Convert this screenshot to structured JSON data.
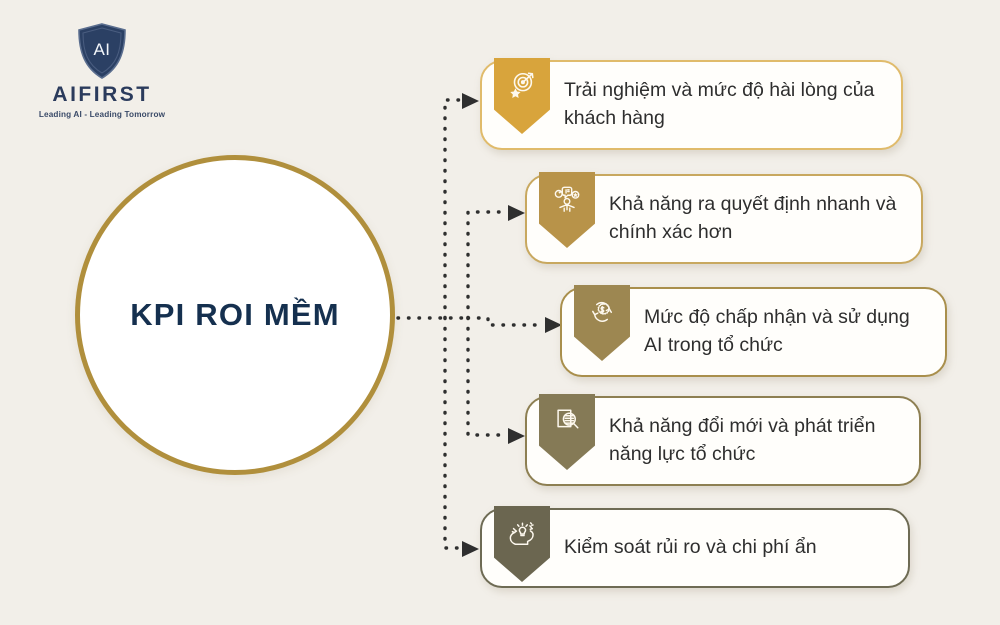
{
  "background_color": "#f2efe9",
  "logo": {
    "shield_text": "AI",
    "wordmark": "AIFIRST",
    "tagline": "Leading AI - Leading Tomorrow",
    "shield_color": "#2b4064",
    "text_color": "#2b3b5c"
  },
  "hub": {
    "title": "KPI ROI MỀM",
    "border_color": "#b08f3c",
    "text_color": "#15304f",
    "fill_color": "#ffffff"
  },
  "connector": {
    "style": "dotted",
    "color": "#2f2f2f"
  },
  "items": [
    {
      "text": "Trải nghiệm và mức độ hài lòng của khách hàng",
      "icon": "target-arrow-star-icon",
      "badge_color": "#d8a43c",
      "border_color": "#e0bb6b"
    },
    {
      "text": "Khả năng ra quyết định nhanh và chính xác hơn",
      "icon": "person-feedback-icon",
      "badge_color": "#b89349",
      "border_color": "#c8a85f"
    },
    {
      "text": "Mức độ chấp nhận và sử dụng AI trong tổ chức",
      "icon": "gear-dollar-cycle-icon",
      "badge_color": "#9d8751",
      "border_color": "#a98f4c"
    },
    {
      "text": "Khả năng đổi mới và phát triển năng lực tổ chức",
      "icon": "document-magnifier-icon",
      "badge_color": "#857a56",
      "border_color": "#8d7f52"
    },
    {
      "text": "Kiểm soát rủi ro và chi phí ẩn",
      "icon": "head-lightbulb-idea-icon",
      "badge_color": "#6b6650",
      "border_color": "#6e6b54"
    }
  ]
}
